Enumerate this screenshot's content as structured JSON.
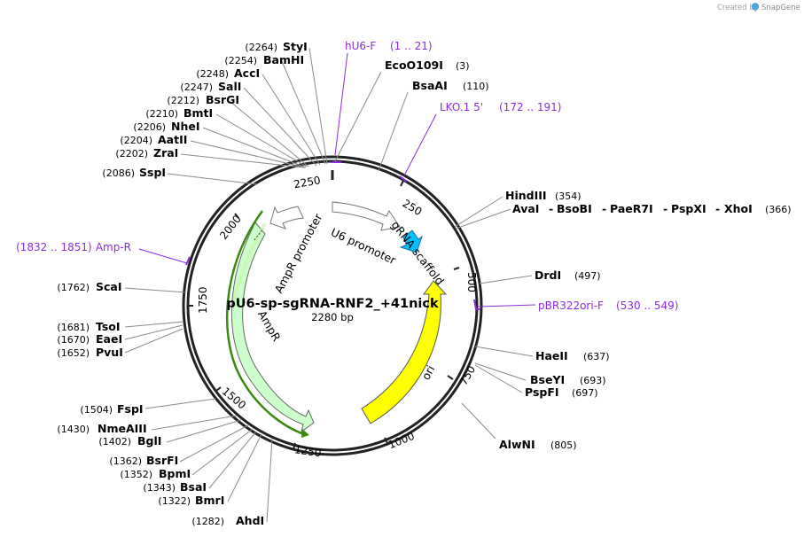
{
  "credit": {
    "prefix": "Created by",
    "brand": "SnapGene"
  },
  "plasmid": {
    "name": "pU6-sp-sgRNA-RNF2_+41nick",
    "size": "2280 bp"
  },
  "ring_ticks": [
    "250",
    "500",
    "750",
    "1000",
    "1250",
    "1500",
    "1750",
    "2000",
    "2250"
  ],
  "features": {
    "u6_promoter": "U6 promoter",
    "grna_scaffold": "gRNA scaffold",
    "ori": "ori",
    "ampr_promoter": "AmpR promoter",
    "ampr": "AmpR"
  },
  "sites_left": [
    {
      "pos": "(2264)",
      "name": "StyI"
    },
    {
      "pos": "(2254)",
      "name": "BamHI"
    },
    {
      "pos": "(2248)",
      "name": "AccI"
    },
    {
      "pos": "(2247)",
      "name": "SalI"
    },
    {
      "pos": "(2212)",
      "name": "BsrGI"
    },
    {
      "pos": "(2210)",
      "name": "BmtI"
    },
    {
      "pos": "(2206)",
      "name": "NheI"
    },
    {
      "pos": "(2204)",
      "name": "AatII"
    },
    {
      "pos": "(2202)",
      "name": "ZraI"
    },
    {
      "pos": "(2086)",
      "name": "SspI"
    },
    {
      "pos": "(1762)",
      "name": "ScaI"
    },
    {
      "pos": "(1681)",
      "name": "TsoI"
    },
    {
      "pos": "(1670)",
      "name": "EaeI"
    },
    {
      "pos": "(1652)",
      "name": "PvuI"
    },
    {
      "pos": "(1504)",
      "name": "FspI"
    },
    {
      "pos": "(1430)",
      "name": "NmeAIII"
    },
    {
      "pos": "(1402)",
      "name": "BglI"
    },
    {
      "pos": "(1362)",
      "name": "BsrFI"
    },
    {
      "pos": "(1352)",
      "name": "BpmI"
    },
    {
      "pos": "(1343)",
      "name": "BsaI"
    },
    {
      "pos": "(1322)",
      "name": "BmrI"
    },
    {
      "pos": "(1282)",
      "name": "AhdI"
    }
  ],
  "sites_right": [
    {
      "name": "EcoO109I",
      "pos": "(3)"
    },
    {
      "name": "BsaAI",
      "pos": "(110)"
    },
    {
      "name": "HindIII",
      "pos": "(354)"
    },
    {
      "name": "DrdI",
      "pos": "(497)"
    },
    {
      "name": "HaeII",
      "pos": "(637)"
    },
    {
      "name": "BseYI",
      "pos": "(693)"
    },
    {
      "name": "PspFI",
      "pos": "(697)"
    },
    {
      "name": "AlwNI",
      "pos": "(805)"
    }
  ],
  "site_group": {
    "names": [
      "AvaI",
      "BsoBI",
      "PaeR7I",
      "PspXI",
      "XhoI"
    ],
    "separator": "-",
    "pos": "(366)"
  },
  "primers": [
    {
      "name": "hU6-F",
      "range": "(1 .. 21)"
    },
    {
      "name": "LKO.1 5'",
      "range": "(172 .. 191)"
    },
    {
      "name": "pBR322ori-F",
      "range": "(530 .. 549)"
    },
    {
      "name": "Amp-R",
      "range": "(1832 .. 1851)"
    }
  ],
  "colors": {
    "primer": "#8b2be2",
    "ori": "#ffff00",
    "ampr": "#ccffcc",
    "ampr_outline_green": "#3a8a10",
    "grna_scaffold": "#00bfff",
    "promoter": "#ffffff",
    "line": "#8a8a8a",
    "credit_logo": "#4aa7d9"
  }
}
